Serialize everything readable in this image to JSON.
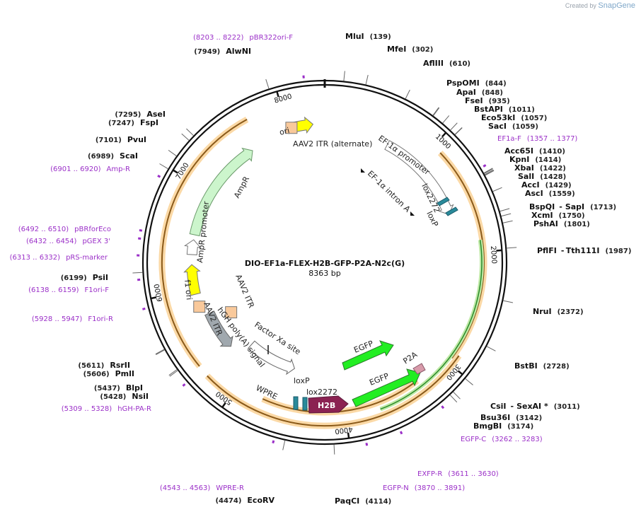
{
  "brand": {
    "created_by": "Created by",
    "name": "SnapGene"
  },
  "plasmid": {
    "name": "DIO-EF1a-FLEX-H2B-GFP-P2A-N2c(G)",
    "length": "8363 bp",
    "total_bp": 8363
  },
  "ticks": [
    "1000",
    "2000",
    "3000",
    "4000",
    "5000",
    "6000",
    "7000",
    "8000"
  ],
  "sites": [
    {
      "name": "MluI",
      "pos": "(139)"
    },
    {
      "name": "MfeI",
      "pos": "(302)"
    },
    {
      "name": "AflIII",
      "pos": "(610)"
    },
    {
      "name": "PspOMI",
      "pos": "(844)"
    },
    {
      "name": "ApaI",
      "pos": "(848)"
    },
    {
      "name": "FseI",
      "pos": "(935)"
    },
    {
      "name": "BstAPI",
      "pos": "(1011)"
    },
    {
      "name": "Eco53kI",
      "pos": "(1057)"
    },
    {
      "name": "SacI",
      "pos": "(1059)"
    },
    {
      "name": "Acc65I",
      "pos": "(1410)"
    },
    {
      "name": "KpnI",
      "pos": "(1414)"
    },
    {
      "name": "XbaI",
      "pos": "(1422)"
    },
    {
      "name": "SalI",
      "pos": "(1428)"
    },
    {
      "name": "AccI",
      "pos": "(1429)"
    },
    {
      "name": "AscI",
      "pos": "(1559)"
    },
    {
      "name": "BspQI",
      "name2": "SapI",
      "pos": "(1713)"
    },
    {
      "name": "XcmI",
      "pos": "(1750)"
    },
    {
      "name": "PshAI",
      "pos": "(1801)"
    },
    {
      "name": "PflFI",
      "name2": "Tth111I",
      "pos": "(1987)"
    },
    {
      "name": "NruI",
      "pos": "(2372)"
    },
    {
      "name": "BstBI",
      "pos": "(2728)"
    },
    {
      "name": "CsiI",
      "name2": "SexAI *",
      "pos": "(3011)"
    },
    {
      "name": "Bsu36I",
      "pos": "(3142)"
    },
    {
      "name": "BmgBI",
      "pos": "(3174)"
    },
    {
      "name": "PaqCI",
      "pos": "(4114)"
    },
    {
      "name": "EcoRV",
      "pos": "(4474)"
    },
    {
      "name": "NsiI",
      "pos": "(5428)"
    },
    {
      "name": "BlpI",
      "pos": "(5437)"
    },
    {
      "name": "PmlI",
      "pos": "(5606)"
    },
    {
      "name": "RsrII",
      "pos": "(5611)"
    },
    {
      "name": "PsiI",
      "pos": "(6199)"
    },
    {
      "name": "ScaI",
      "pos": "(6989)"
    },
    {
      "name": "PvuI",
      "pos": "(7101)"
    },
    {
      "name": "FspI",
      "pos": "(7247)"
    },
    {
      "name": "AseI",
      "pos": "(7295)"
    },
    {
      "name": "AlwNI",
      "pos": "(7949)"
    }
  ],
  "primers": [
    {
      "name": "pBR322ori-F",
      "pos": "(8203 .. 8222)"
    },
    {
      "name": "EF1a-F",
      "pos": "(1357 .. 1377)"
    },
    {
      "name": "EGFP-C",
      "pos": "(3262 .. 3283)"
    },
    {
      "name": "EXFP-R",
      "pos": "(3611 .. 3630)"
    },
    {
      "name": "EGFP-N",
      "pos": "(3870 .. 3891)"
    },
    {
      "name": "WPRE-R",
      "pos": "(4543 .. 4563)"
    },
    {
      "name": "hGH-PA-R",
      "pos": "(5309 .. 5328)"
    },
    {
      "name": "F1ori-R",
      "pos": "(5928 .. 5947)"
    },
    {
      "name": "F1ori-F",
      "pos": "(6138 .. 6159)"
    },
    {
      "name": "pRS-marker",
      "pos": "(6313 .. 6332)"
    },
    {
      "name": "pGEX 3'",
      "pos": "(6432 .. 6454)"
    },
    {
      "name": "pBRforEco",
      "pos": "(6492 .. 6510)"
    },
    {
      "name": "Amp-R",
      "pos": "(6901 .. 6920)"
    }
  ],
  "features": {
    "ori": "ori",
    "aav2_itr_alt": "AAV2 ITR (alternate)",
    "ef1a_promoter": "EF-1α promoter",
    "ef1a_intron": "EF-1α intron A",
    "lox2272_top": "lox2272",
    "loxp_top": "loxP",
    "ampr": "AmpR",
    "ampr_promoter": "AmpR promoter",
    "f1_ori": "f1 ori",
    "aav2_itr_1": "AAV2 ITR",
    "aav2_itr_2": "AAV2 ITR",
    "hgh_polya": "hGH poly(A) signal",
    "factor_xa": "Factor Xa site",
    "wpre": "WPRE",
    "loxp_bottom": "loxP",
    "lox2272_bottom": "lox2272",
    "h2b": "H2B",
    "egfp_inner": "EGFP",
    "egfp_outer": "EGFP",
    "p2a": "P2A"
  },
  "colors": {
    "primer": "#9b30c8",
    "ori": "#ffff00",
    "ampr": "#ccf5cc",
    "egfp": "#22ee22",
    "h2b": "#8b2252",
    "p2a": "#d89aaa",
    "itr": "#f9c99b",
    "polya": "#a0a8ae",
    "lox": "#2a8a9a",
    "orf_orange": "#f4a742"
  }
}
